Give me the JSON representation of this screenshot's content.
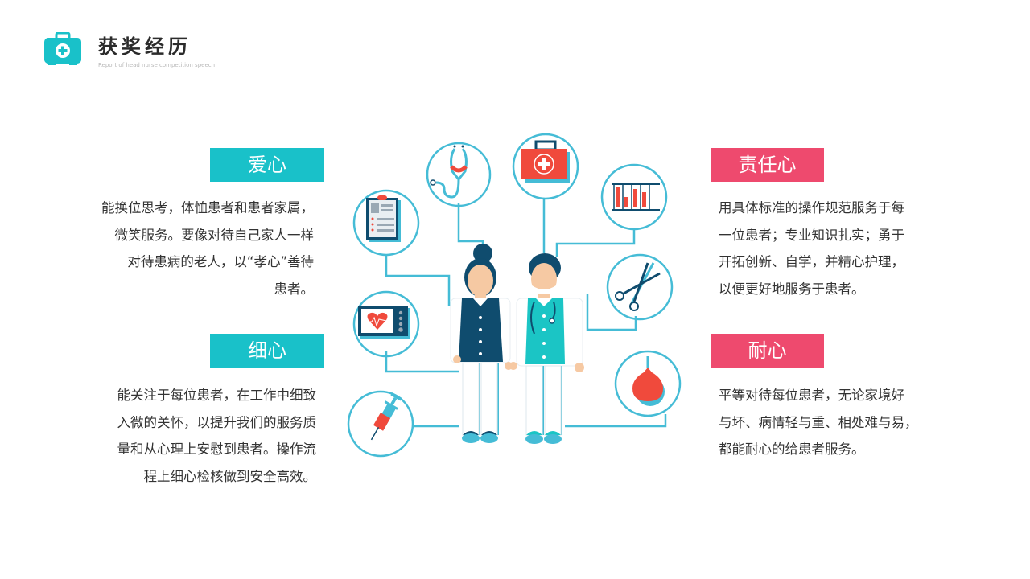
{
  "header": {
    "icon": "medical-kit-icon",
    "title": "获奖经历",
    "subtitle": "Report of head nurse competition speech"
  },
  "colors": {
    "teal": "#19c1c9",
    "pink": "#ee4a6e",
    "navy": "#0f4c6e",
    "red": "#f04a3c",
    "line_blue": "#45bcd6"
  },
  "sections": [
    {
      "label": "爱心",
      "lines": [
        "能换位思考，体恤患者和患者家属，",
        "微笑服务。要像对待自己家人一样",
        "对待患病的老人，以“孝心”善待",
        "患者。"
      ]
    },
    {
      "label": "细心",
      "lines": [
        "能关注于每位患者，在工作中细致",
        "入微的关怀，以提升我们的服务质",
        "量和从心理上安慰到患者。操作流",
        "程上细心检核做到安全高效。"
      ]
    },
    {
      "label": "责任心",
      "lines": [
        "用具体标准的操作规范服务于每",
        "一位患者；专业知识扎实；勇于",
        "开拓创新、自学，并精心护理，",
        "以便更好地服务于患者。"
      ]
    },
    {
      "label": "耐心",
      "lines": [
        "平等对待每位患者，无论家境好",
        "与坏、病情轻与重、相处难与易，",
        "都能耐心的给患者服务。"
      ]
    }
  ],
  "illustration": {
    "icons": [
      "clipboard-icon",
      "stethoscope-icon",
      "first-aid-kit-icon",
      "test-tubes-icon",
      "heart-monitor-icon",
      "surgical-scissors-icon",
      "syringe-icon",
      "suction-bulb-icon"
    ],
    "figures": [
      "nurse-figure",
      "doctor-figure"
    ]
  }
}
